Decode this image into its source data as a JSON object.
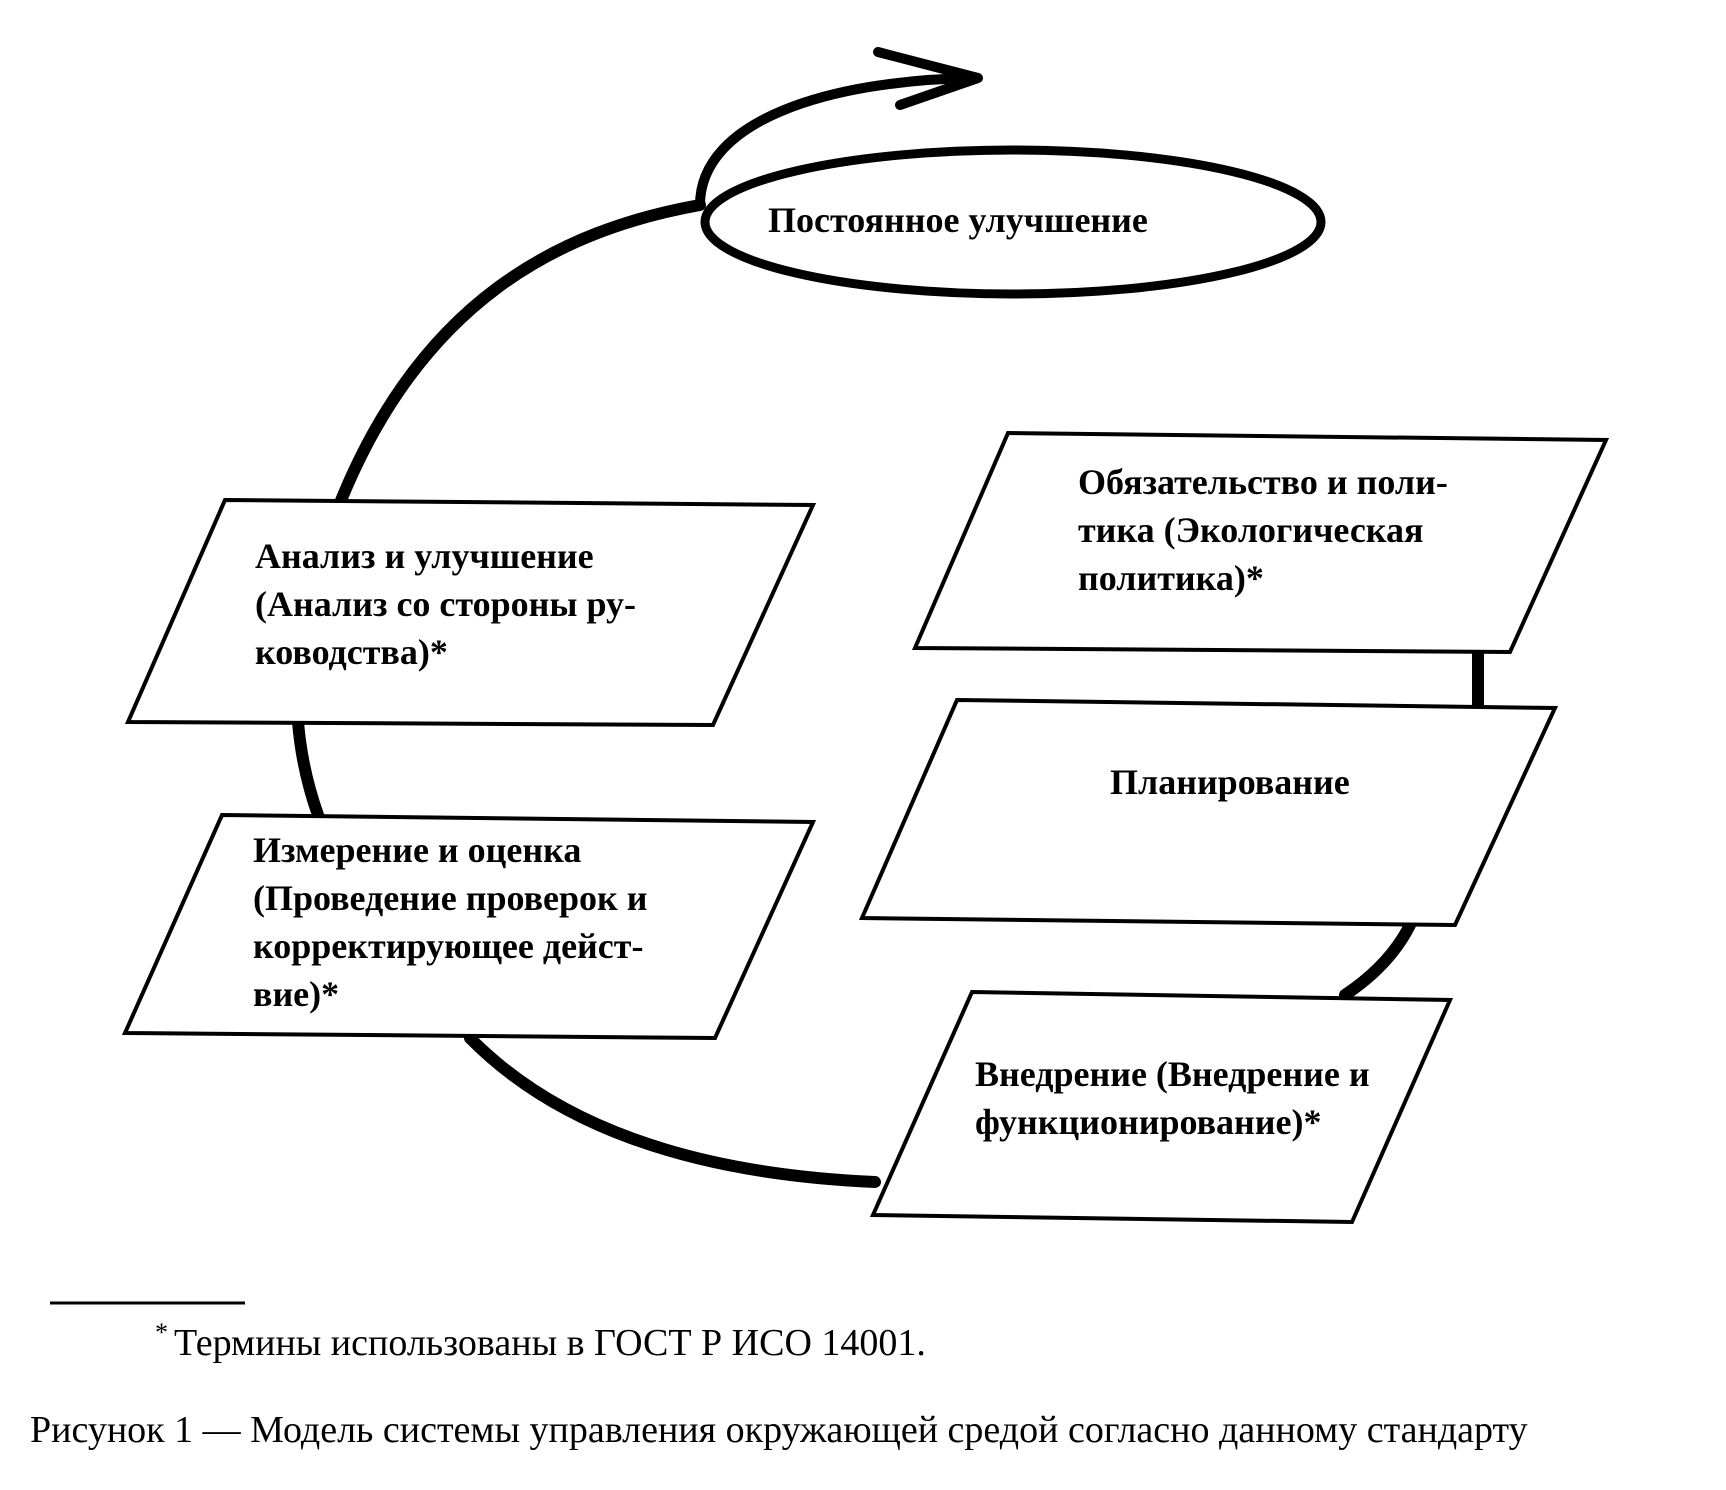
{
  "diagram": {
    "continuous_improvement": "Постоянное улучшение",
    "commitment_policy": {
      "lines": [
        "Обязательство и поли-",
        "тика (Экологическая",
        "политика)*"
      ]
    },
    "planning": "Планирование",
    "implementation": {
      "lines": [
        "Внедрение (Внедрение и",
        "функционирование)*"
      ]
    },
    "measurement": {
      "lines": [
        "Измерение и оценка",
        "(Проведение проверок и",
        "корректирующее дейст-",
        "вие)*"
      ]
    },
    "review": {
      "lines": [
        "Анализ и улучшение",
        "(Анализ со стороны ру-",
        "ководства)*"
      ]
    }
  },
  "footnote": {
    "marker": "*",
    "text": "Термины использованы в ГОСТ Р ИСО 14001."
  },
  "caption": "Рисунок 1 — Модель системы управления окружающей средой согласно данному стандарту"
}
